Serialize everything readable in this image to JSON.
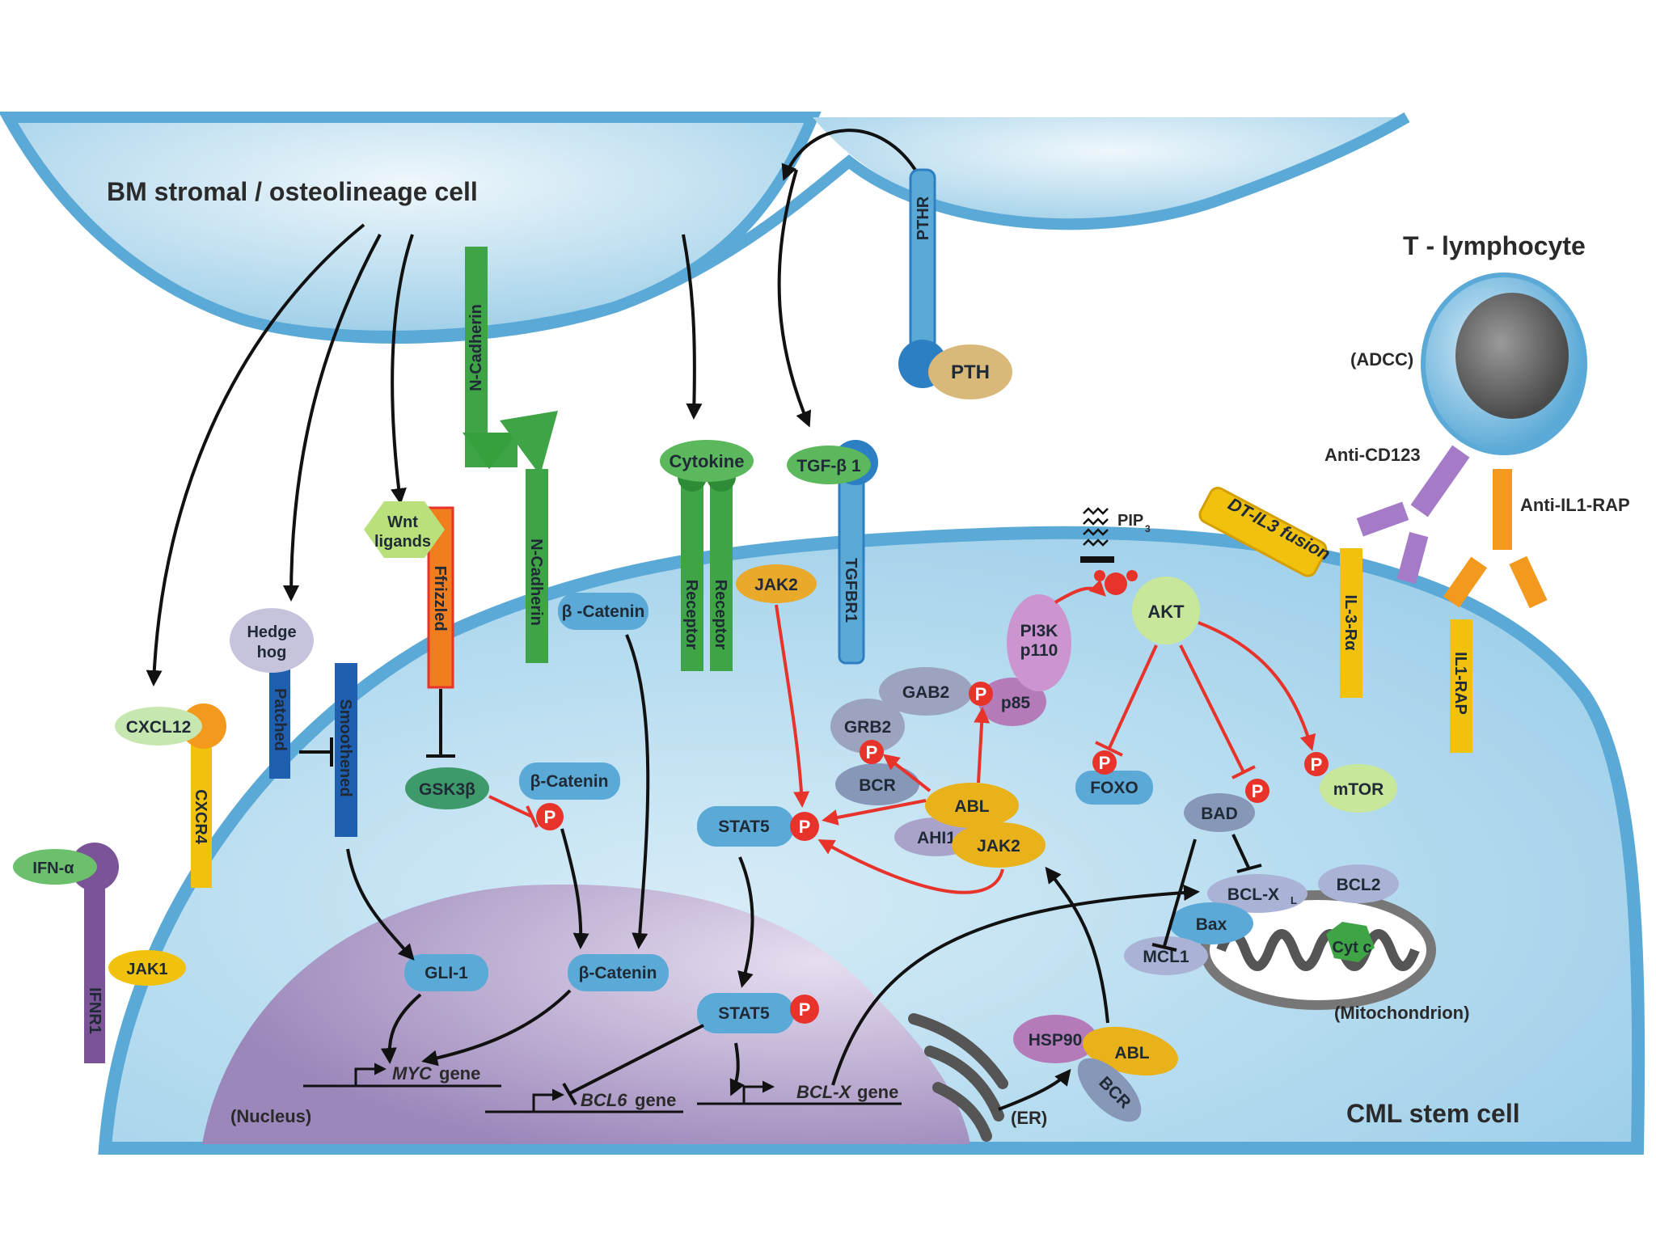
{
  "cells": {
    "stromal": "BM stromal / osteolineage cell",
    "tcell": "T - lymphocyte",
    "cml": "CML stem cell",
    "nucleus": "(Nucleus)",
    "er": "(ER)",
    "mito": "(Mitochondrion)",
    "adcc": "(ADCC)"
  },
  "labels": {
    "ncad": "N-Cadherin",
    "pthr": "PTHR",
    "pth": "PTH",
    "cytokine": "Cytokine",
    "receptor": "Receptor",
    "tgfb1": "TGF-β 1",
    "tgfbr1": "TGFBR1",
    "wnt1": "Wnt",
    "wnt2": "ligands",
    "frizzled": "Ffrizzled",
    "hedge1": "Hedge",
    "hedge2": "hog",
    "patched": "Patched",
    "smoothened": "Smoothened",
    "cxcl12": "CXCL12",
    "cxcr4": "CXCR4",
    "ifna": "IFN-α",
    "ifnr1": "IFNR1",
    "jak1": "JAK1",
    "jak2": "JAK2",
    "bcat": "β -Catenin",
    "bcat2": "β-Catenin",
    "gsk": "GSK3β",
    "gli": "GLI-1",
    "stat5": "STAT5",
    "myc_gene": "MYC",
    "bcl6_gene": "BCL6",
    "bclx_gene": "BCL-X",
    "gene_word": "gene",
    "grb2": "GRB2",
    "gab2": "GAB2",
    "p85": "p85",
    "pi3k1": "PI3K",
    "pi3k2": "p110",
    "bcr": "BCR",
    "abl": "ABL",
    "ahi1": "AHI1",
    "pip3": "PIP",
    "pip3_sub": "3",
    "akt": "AKT",
    "foxo": "FOXO",
    "bad": "BAD",
    "mtor": "mTOR",
    "bclxl": "BCL-X",
    "bclxl_sub": "L",
    "bcl2": "BCL2",
    "bax": "Bax",
    "mcl1": "MCL1",
    "cytc": "Cyt c",
    "hsp90": "HSP90",
    "p": "P",
    "dtil3": "DT-IL3 fusion",
    "il3ra": "IL-3-Rα",
    "il1rap": "IL1-RAP",
    "anticd123": "Anti-CD123",
    "antiil1rap": "Anti-IL1-RAP"
  },
  "colors": {
    "stroma_fill": "#b7dcef",
    "cell_fill": "#a9d5ec",
    "membrane": "#5aa9d6",
    "nucleus": "#b5a3cc",
    "green": "#3ea445",
    "blue_recep": "#2d7fc4",
    "yellow": "#f0c20e",
    "orange": "#f39a1e",
    "purple": "#7b5497",
    "phospho": "#e8332b",
    "inhibit": "#e8332b"
  }
}
